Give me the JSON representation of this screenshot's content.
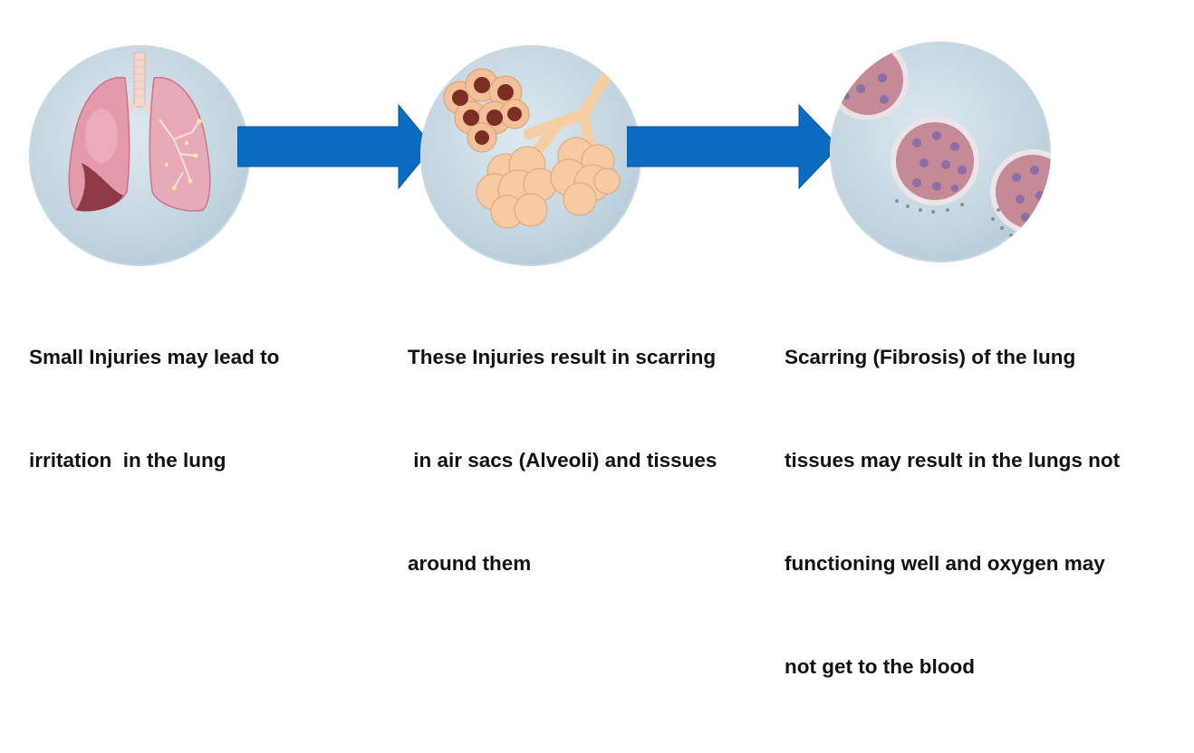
{
  "steps": [
    {
      "caption_lines": [
        "Small Injuries may lead to",
        "irritation  in the lung"
      ]
    },
    {
      "caption_lines": [
        "These Injuries result in scarring",
        " in air sacs (Alveoli) and tissues",
        "around them"
      ]
    },
    {
      "caption_lines": [
        "Scarring (Fibrosis) of the lung",
        "tissues may result in the lungs not",
        "functioning well and oxygen may",
        "not get to the blood"
      ]
    }
  ],
  "colors": {
    "arrow": "#0a6bc0",
    "circle_bg": "#c4d6e1",
    "lung_pink": "#e39aaa",
    "alveoli_peach": "#f6c79b",
    "fibrosis_mauve": "#c58a95"
  },
  "icons": [
    "lungs-icon",
    "alveoli-icon",
    "fibrosis-icon",
    "arrow-right-icon"
  ]
}
